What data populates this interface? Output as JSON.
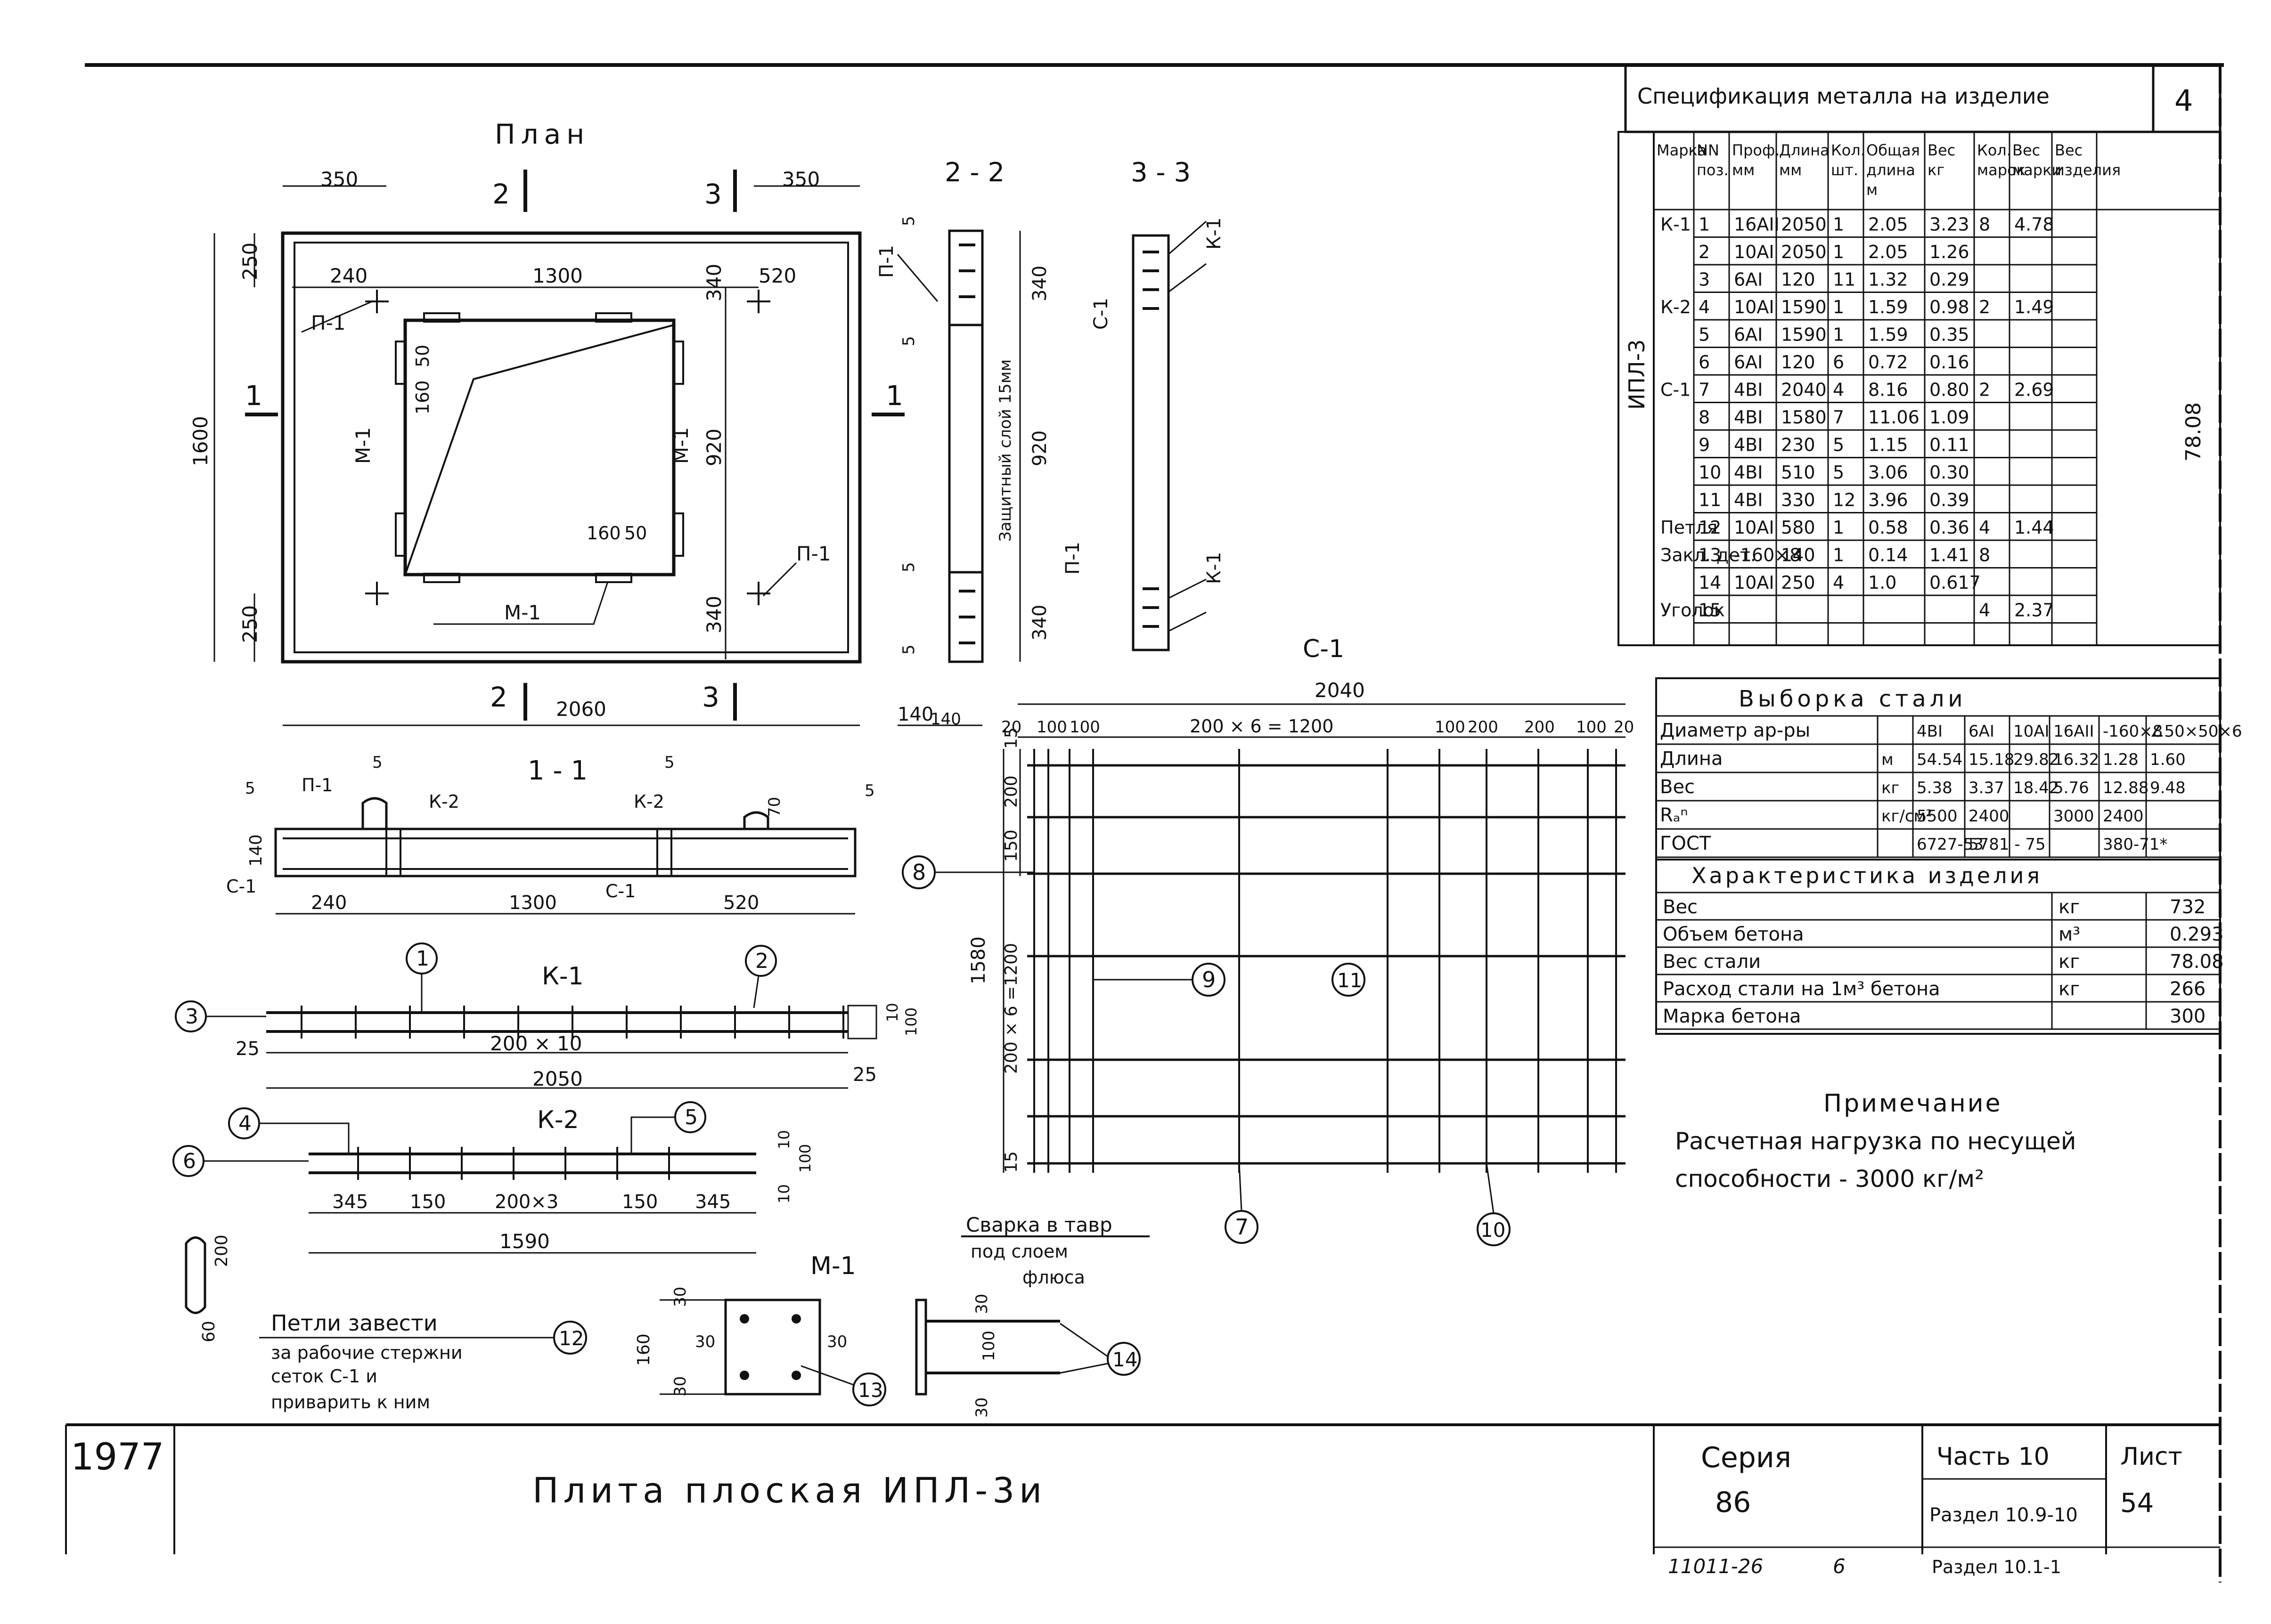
{
  "sheet_number": "4",
  "plan": {
    "title": "План",
    "dims": {
      "d350a": "350",
      "d350b": "350",
      "d240": "240",
      "d1300": "1300",
      "d520": "520",
      "d250a": "250",
      "d250b": "250",
      "d1600": "1600",
      "d340a": "340",
      "d340b": "340",
      "d920": "920",
      "d2060": "2060",
      "d50": "50",
      "d160": "160",
      "d160b": "160",
      "d50b": "50"
    },
    "labels": {
      "p1a": "П-1",
      "p1b": "П-1",
      "m1a": "М-1",
      "m1b": "М-1",
      "m1c": "М-1"
    },
    "cuts": {
      "c2": "2",
      "c3": "3",
      "c1": "1",
      "c2b": "2",
      "c3b": "3",
      "c1b": "1"
    }
  },
  "section22": {
    "title": "2 - 2",
    "p1": "П-1",
    "d5a": "5",
    "d5b": "5",
    "d5c": "5",
    "d5d": "5",
    "d340a": "340",
    "d340b": "340",
    "d920": "920",
    "d140": "140",
    "layer": "Защитный слой 15мм"
  },
  "section33": {
    "title": "3 - 3",
    "c1": "С-1",
    "k1a": "К-1",
    "k1b": "К-1",
    "p1": "П-1"
  },
  "section11": {
    "title": "1 - 1",
    "p1": "П-1",
    "k2a": "К-2",
    "k2b": "К-2",
    "c1a": "С-1",
    "c1b": "С-1",
    "d5a": "5",
    "d5b": "5",
    "d5c": "5",
    "d5d": "5",
    "d70": "70",
    "d140": "140",
    "d240": "240",
    "d1300": "1300",
    "d520": "520"
  },
  "k1": {
    "title": "К-1",
    "n1": "1",
    "n2": "2",
    "n3": "3",
    "d25a": "25",
    "d25b": "25",
    "d200x10": "200 × 10",
    "d2050": "2050",
    "d10": "10",
    "d100": "100"
  },
  "k2": {
    "title": "К-2",
    "n4": "4",
    "n5": "5",
    "n6": "6",
    "d345a": "345",
    "d150a": "150",
    "d200x3": "200×3",
    "d150b": "150",
    "d345b": "345",
    "d1590": "1590",
    "d10a": "10",
    "d100": "100",
    "d10b": "10"
  },
  "c1mesh": {
    "title": "С-1",
    "d2040": "2040",
    "d20a": "20",
    "d100a": "100",
    "d100b": "100",
    "d200x6": "200 × 6 = 1200",
    "d100c": "100",
    "d200a": "200",
    "d200b": "200",
    "d100d": "100",
    "d20b": "20",
    "d15a": "15",
    "d200c": "200",
    "d150": "150",
    "d1580": "1580",
    "d200x6v": "200 × 6 =1200",
    "d15b": "15",
    "d140": "140",
    "n7": "7",
    "n8": "8",
    "n9": "9",
    "n10": "10",
    "n11": "11"
  },
  "loop": {
    "d200": "200",
    "d60": "60",
    "n12": "12",
    "l1": "Петли завести",
    "l2": "за рабочие стержни",
    "l3": "сеток С-1 и",
    "l4": "приварить к ним"
  },
  "m1": {
    "title": "М-1",
    "d160": "160",
    "d30a": "30",
    "d30b": "30",
    "d30c": "30",
    "d30d": "30",
    "n13": "13"
  },
  "weld": {
    "l1": "Сварка в тавр",
    "l2": "под слоем",
    "l3": "флюса",
    "d30a": "30",
    "d100": "100",
    "d30b": "30",
    "n14": "14"
  },
  "spec": {
    "title": "Спецификация металла на изделие",
    "headers": [
      "Марка",
      "NN поз.",
      "Проф. мм",
      "Длина мм",
      "Кол. шт.",
      "Общая длина м",
      "Вес кг",
      "Кол. марок",
      "Вес марки",
      "Вес изделия"
    ],
    "product": "ИПЛ-3",
    "rows": [
      [
        "К-1",
        "1",
        "16АII",
        "2050",
        "1",
        "2.05",
        "3.23",
        "8",
        "4.78",
        ""
      ],
      [
        "",
        "2",
        "10АI",
        "2050",
        "1",
        "2.05",
        "1.26",
        "",
        "",
        ""
      ],
      [
        "",
        "3",
        "6АI",
        "120",
        "11",
        "1.32",
        "0.29",
        "",
        "",
        ""
      ],
      [
        "К-2",
        "4",
        "10АI",
        "1590",
        "1",
        "1.59",
        "0.98",
        "2",
        "1.49",
        ""
      ],
      [
        "",
        "5",
        "6АI",
        "1590",
        "1",
        "1.59",
        "0.35",
        "",
        "",
        ""
      ],
      [
        "",
        "6",
        "6АI",
        "120",
        "6",
        "0.72",
        "0.16",
        "",
        "",
        ""
      ],
      [
        "С-1",
        "7",
        "4ВI",
        "2040",
        "4",
        "8.16",
        "0.80",
        "2",
        "2.69",
        ""
      ],
      [
        "",
        "8",
        "4ВI",
        "1580",
        "7",
        "11.06",
        "1.09",
        "",
        "",
        ""
      ],
      [
        "",
        "9",
        "4ВI",
        "230",
        "5",
        "1.15",
        "0.11",
        "",
        "",
        ""
      ],
      [
        "",
        "10",
        "4ВI",
        "510",
        "5",
        "3.06",
        "0.30",
        "",
        "",
        ""
      ],
      [
        "",
        "11",
        "4ВI",
        "330",
        "12",
        "3.96",
        "0.39",
        "",
        "",
        ""
      ],
      [
        "Петля",
        "12",
        "10АI",
        "580",
        "1",
        "0.58",
        "0.36",
        "4",
        "1.44",
        ""
      ],
      [
        "Закл. дет.",
        "13",
        "-160×8",
        "140",
        "1",
        "0.14",
        "1.41",
        "8",
        "",
        ""
      ],
      [
        "",
        "14",
        "10АI",
        "250",
        "4",
        "1.0",
        "0.617",
        "",
        "",
        ""
      ],
      [
        "Уголок",
        "15",
        "",
        "",
        "",
        "",
        "",
        "4",
        "2.37",
        ""
      ]
    ],
    "total_weight": "78.08"
  },
  "selection": {
    "title": "Выборка стали",
    "headers": [
      "Диаметр ар-ры",
      "",
      "4ВI",
      "6АI",
      "10АI",
      "16АII",
      "-160×8",
      "∠50×50×6"
    ],
    "rows": [
      [
        "Длина",
        "м",
        "54.54",
        "15.18",
        "29.82",
        "16.32",
        "1.28",
        "1.60"
      ],
      [
        "Вес",
        "кг",
        "5.38",
        "3.37",
        "18.42",
        "5.76",
        "12.88",
        "9.48"
      ],
      [
        "Rₐⁿ",
        "кг/см²",
        "5500",
        "2400",
        "",
        "3000",
        "2400",
        ""
      ],
      [
        "ГОСТ",
        "",
        "6727-53",
        "5781 - 75",
        "",
        "",
        "380-71*",
        ""
      ]
    ]
  },
  "characteristics": {
    "title": "Характеристика изделия",
    "rows": [
      [
        "Вес",
        "кг",
        "732"
      ],
      [
        "Объем бетона",
        "м³",
        "0.293"
      ],
      [
        "Вес стали",
        "кг",
        "78.08"
      ],
      [
        "Расход стали на 1м³ бетона",
        "кг",
        "266"
      ],
      [
        "Марка бетона",
        "",
        "300"
      ]
    ]
  },
  "note": {
    "title": "Примечание",
    "text1": "Расчетная нагрузка по несущей",
    "text2": "способности - 3000 кг/м²"
  },
  "titleblock": {
    "year": "1977",
    "name": "Плита плоская ИПЛ-3и",
    "series_label": "Серия",
    "series": "86",
    "part": "Часть 10",
    "section": "Раздел 10.9-10",
    "sheet_label": "Лист",
    "sheet": "54",
    "under1": "11011-26",
    "under2": "6",
    "under3": "Раздел 10.1-1"
  }
}
